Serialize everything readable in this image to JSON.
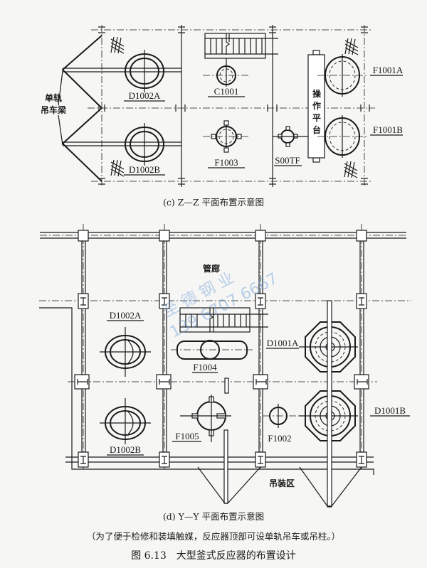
{
  "top_view": {
    "caption": "(c) Z—Z 平面布置示意图",
    "monorail_label_line1": "单轨",
    "monorail_label_line2": "吊车梁",
    "platform_label": [
      "操",
      "作",
      "平",
      "台"
    ],
    "equipment": {
      "d1002a": "D1002A",
      "d1002b": "D1002B",
      "c1001": "C1001",
      "f1003": "F1003",
      "s00tf": "S00TF",
      "f1001a": "F1001A",
      "f1001b": "F1001B"
    }
  },
  "bottom_view": {
    "caption": "(d) Y—Y 平面布置示意图",
    "pipe_rack_label": "管廊",
    "lifting_area_label": "吊装区",
    "equipment": {
      "d1002a": "D1002A",
      "d1002b": "D1002B",
      "f1004": "F1004",
      "f1005": "F1005",
      "f1002": "F1002",
      "d1001a": "D1001A",
      "d1001b": "D1001B"
    }
  },
  "note": "（为了便于检修和装填触媒，反应器顶部可设单轨吊车或吊柱。）",
  "figure_title": "图 6.13　大型釜式反应器的布置设计",
  "watermark": {
    "line1": "至 德 钢 业",
    "line2": "139 6707 6667"
  }
}
